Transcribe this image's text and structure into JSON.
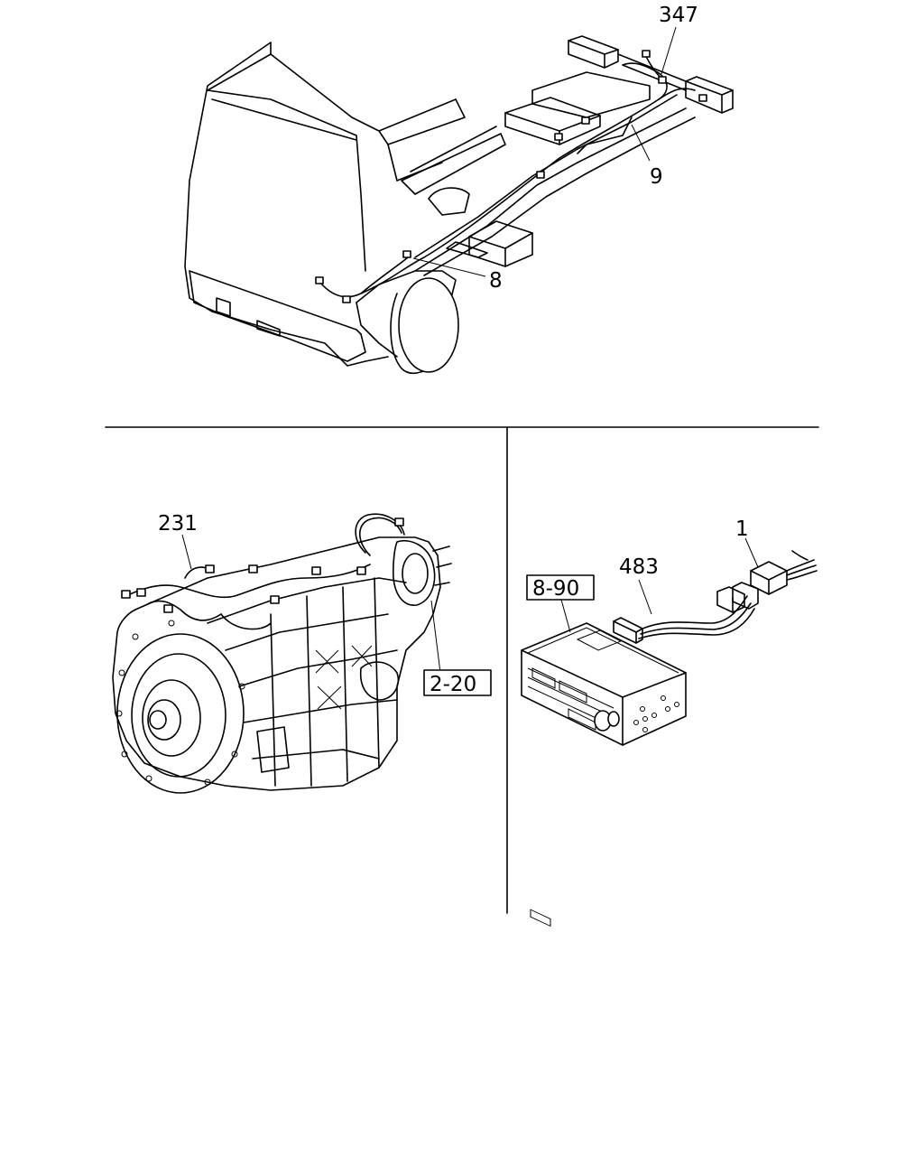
{
  "labels": {
    "l347": "347",
    "l9": "9",
    "l8": "8",
    "l231": "231",
    "l2_20": "2-20",
    "l8_90": "8-90",
    "l483": "483",
    "l1": "1"
  },
  "colors": {
    "line": "#000000",
    "background": "#ffffff"
  }
}
